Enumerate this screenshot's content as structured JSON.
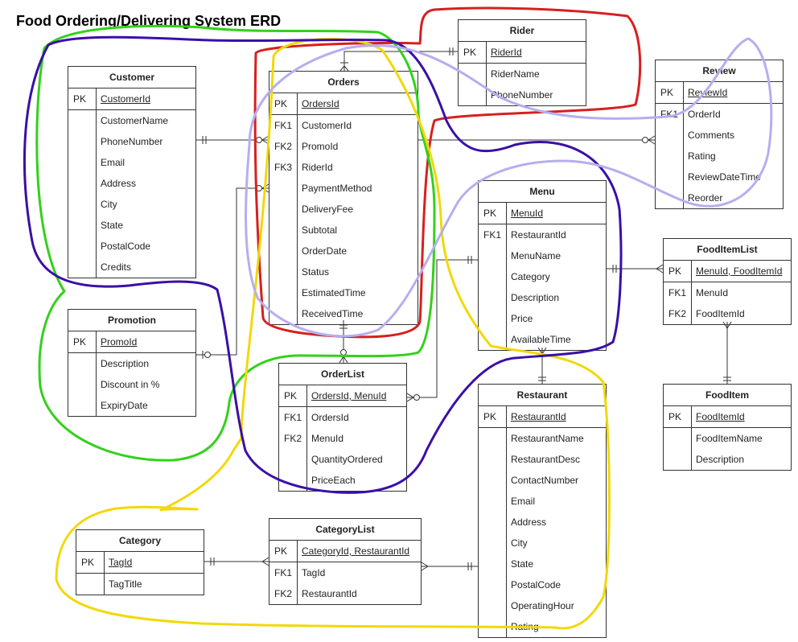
{
  "title": "Food Ordering/Delivering System ERD",
  "entities": {
    "customer": {
      "name": "Customer",
      "rows": [
        [
          "PK",
          "CustomerId"
        ],
        [
          "",
          "CustomerName"
        ],
        [
          "",
          "PhoneNumber"
        ],
        [
          "",
          "Email"
        ],
        [
          "",
          "Address"
        ],
        [
          "",
          "City"
        ],
        [
          "",
          "State"
        ],
        [
          "",
          "PostalCode"
        ],
        [
          "",
          "Credits"
        ]
      ]
    },
    "orders": {
      "name": "Orders",
      "rows": [
        [
          "PK",
          "OrdersId"
        ],
        [
          "FK1",
          "CustomerId"
        ],
        [
          "FK2",
          "PromoId"
        ],
        [
          "FK3",
          "RiderId"
        ],
        [
          "",
          "PaymentMethod"
        ],
        [
          "",
          "DeliveryFee"
        ],
        [
          "",
          "Subtotal"
        ],
        [
          "",
          "OrderDate"
        ],
        [
          "",
          "Status"
        ],
        [
          "",
          "EstimatedTime"
        ],
        [
          "",
          "ReceivedTime"
        ]
      ]
    },
    "rider": {
      "name": "Rider",
      "rows": [
        [
          "PK",
          "RiderId"
        ],
        [
          "",
          "RiderName"
        ],
        [
          "",
          "PhoneNumber"
        ]
      ]
    },
    "review": {
      "name": "Review",
      "rows": [
        [
          "PK",
          "ReviewId"
        ],
        [
          "FK1",
          "OrderId"
        ],
        [
          "",
          "Comments"
        ],
        [
          "",
          "Rating"
        ],
        [
          "",
          "ReviewDateTime"
        ],
        [
          "",
          "Reorder"
        ]
      ]
    },
    "menu": {
      "name": "Menu",
      "rows": [
        [
          "PK",
          "MenuId"
        ],
        [
          "FK1",
          "RestaurantId"
        ],
        [
          "",
          "MenuName"
        ],
        [
          "",
          "Category"
        ],
        [
          "",
          "Description"
        ],
        [
          "",
          "Price"
        ],
        [
          "",
          "AvailableTime"
        ]
      ]
    },
    "fooditemlist": {
      "name": "FoodItemList",
      "rows": [
        [
          "PK",
          "MenuId, FoodItemId"
        ],
        [
          "FK1",
          "MenuId"
        ],
        [
          "FK2",
          "FoodItemId"
        ]
      ]
    },
    "promotion": {
      "name": "Promotion",
      "rows": [
        [
          "PK",
          "PromoId"
        ],
        [
          "",
          "Description"
        ],
        [
          "",
          "Discount in %"
        ],
        [
          "",
          "ExpiryDate"
        ]
      ]
    },
    "orderlist": {
      "name": "OrderList",
      "rows": [
        [
          "PK",
          "OrdersId, MenuId"
        ],
        [
          "FK1",
          "OrdersId"
        ],
        [
          "FK2",
          "MenuId"
        ],
        [
          "",
          "QuantityOrdered"
        ],
        [
          "",
          "PriceEach"
        ]
      ]
    },
    "restaurant": {
      "name": "Restaurant",
      "rows": [
        [
          "PK",
          "RestaurantId"
        ],
        [
          "",
          "RestaurantName"
        ],
        [
          "",
          "RestaurantDesc"
        ],
        [
          "",
          "ContactNumber"
        ],
        [
          "",
          "Email"
        ],
        [
          "",
          "Address"
        ],
        [
          "",
          "City"
        ],
        [
          "",
          "State"
        ],
        [
          "",
          "PostalCode"
        ],
        [
          "",
          "OperatingHour"
        ],
        [
          "",
          "Rating"
        ]
      ]
    },
    "fooditem": {
      "name": "FoodItem",
      "rows": [
        [
          "PK",
          "FoodItemId"
        ],
        [
          "",
          "FoodItemName"
        ],
        [
          "",
          "Description"
        ]
      ]
    },
    "category": {
      "name": "Category",
      "rows": [
        [
          "PK",
          "TagId"
        ],
        [
          "",
          "TagTitle"
        ]
      ]
    },
    "categorylist": {
      "name": "CategoryList",
      "rows": [
        [
          "PK",
          "CategoryId, RestaurantId"
        ],
        [
          "FK1",
          "TagId"
        ],
        [
          "FK2",
          "RestaurantId"
        ]
      ]
    }
  },
  "annotation_colors": {
    "red": "#d62020",
    "green": "#33d11a",
    "yellow": "#f2d80a",
    "purple": "#3a0fa8",
    "lavender": "#b6aef0"
  }
}
